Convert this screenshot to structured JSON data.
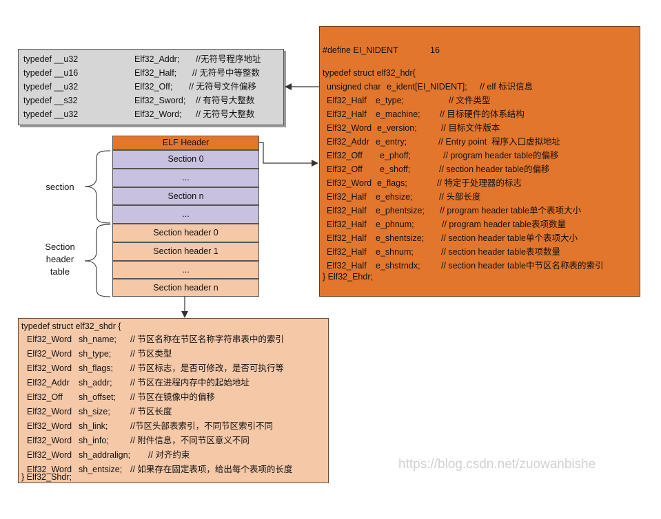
{
  "types_box": {
    "rows": [
      {
        "type": "typedef __u32",
        "name": "Elf32_Addr;",
        "comment": "//无符号程序地址"
      },
      {
        "type": "typedef __u16",
        "name": "Elf32_Half;",
        "comment": "// 无符号中等整数"
      },
      {
        "type": "typedef __u32",
        "name": "Elf32_Off;",
        "comment": "// 无符号文件偏移"
      },
      {
        "type": "typedef __s32",
        "name": "Elf32_Sword;",
        "comment": "// 有符号大整数"
      },
      {
        "type": "typedef __u32",
        "name": "Elf32_Word;",
        "comment": "// 无符号大整数"
      }
    ]
  },
  "elf_header_box": {
    "define_line": {
      "name": "#define EI_NIDENT",
      "value": "16"
    },
    "struct_open": "typedef struct elf32_hdr{",
    "fields": [
      {
        "type": "unsigned char",
        "name": "e_ident[EI_NIDENT];",
        "comment": "// elf 标识信息"
      },
      {
        "type": "Elf32_Half",
        "name": "e_type;",
        "comment": "// 文件类型"
      },
      {
        "type": "Elf32_Half",
        "name": "e_machine;",
        "comment": "// 目标硬件的体系结构"
      },
      {
        "type": "Elf32_Word",
        "name": "e_version;",
        "comment": "// 目标文件版本"
      },
      {
        "type": "Elf32_Addr",
        "name": "e_entry;",
        "comment": "// Entry point  程序入口虚拟地址"
      },
      {
        "type": "Elf32_Off",
        "name": "e_phoff;",
        "comment": "// program header table的偏移"
      },
      {
        "type": "Elf32_Off",
        "name": "e_shoff;",
        "comment": "// section header table的偏移"
      },
      {
        "type": "Elf32_Word",
        "name": "e_flags;",
        "comment": "// 特定于处理器的标志"
      },
      {
        "type": "Elf32_Half",
        "name": "e_ehsize;",
        "comment": "// 头部长度"
      },
      {
        "type": "Elf32_Half",
        "name": "e_phentsize;",
        "comment": "// program header table单个表项大小"
      },
      {
        "type": "Elf32_Half",
        "name": "e_phnum;",
        "comment": "// program header table表项数量"
      },
      {
        "type": "Elf32_Half",
        "name": "e_shentsize;",
        "comment": "// section header table单个表项大小"
      },
      {
        "type": "Elf32_Half",
        "name": "e_shnum;",
        "comment": "// section header table表项数量"
      },
      {
        "type": "Elf32_Half",
        "name": "e_shstrndx;",
        "comment": "// section header table中节区名称表的索引"
      }
    ],
    "struct_close": "} Elf32_Ehdr;"
  },
  "file_layout": {
    "cells": [
      "ELF Header",
      "Section 0",
      "...",
      "Section n",
      "...",
      "Section header 0",
      "Section header 1",
      "...",
      "Section header n"
    ],
    "label_section": "section",
    "label_sht": [
      "Section",
      "header",
      "table"
    ]
  },
  "section_header_box": {
    "struct_open": "typedef struct elf32_shdr {",
    "fields": [
      {
        "type": "Elf32_Word",
        "name": "sh_name;",
        "comment": "// 节区名称在节区名称字符串表中的索引"
      },
      {
        "type": "Elf32_Word",
        "name": "sh_type;",
        "comment": "// 节区类型"
      },
      {
        "type": "Elf32_Word",
        "name": "sh_flags;",
        "comment": "// 节区标志，是否可修改，是否可执行等"
      },
      {
        "type": "Elf32_Addr",
        "name": "sh_addr;",
        "comment": "// 节区在进程内存中的起始地址"
      },
      {
        "type": "Elf32_Off",
        "name": "sh_offset;",
        "comment": "// 节区在镜像中的偏移"
      },
      {
        "type": "Elf32_Word",
        "name": "sh_size;",
        "comment": "// 节区长度"
      },
      {
        "type": "Elf32_Word",
        "name": "sh_link;",
        "comment": "//节区头部表索引，不同节区索引不同"
      },
      {
        "type": "Elf32_Word",
        "name": "sh_info;",
        "comment": "// 附件信息，不同节区意义不同"
      },
      {
        "type": "Elf32_Word",
        "name": "sh_addralign;",
        "comment": "// 对齐约束"
      },
      {
        "type": "Elf32_Word",
        "name": "sh_entsize;",
        "comment": "// 如果存在固定表项，给出每个表项的长度"
      }
    ],
    "struct_close": "} Elf32_Shdr;"
  },
  "watermark": "https://blog.csdn.net/zuowanbishe",
  "colors": {
    "elf_header": "#e2762c",
    "section": "#c9c1e0",
    "section_header": "#f5c8a8",
    "types_box": "#d6d6d6"
  }
}
